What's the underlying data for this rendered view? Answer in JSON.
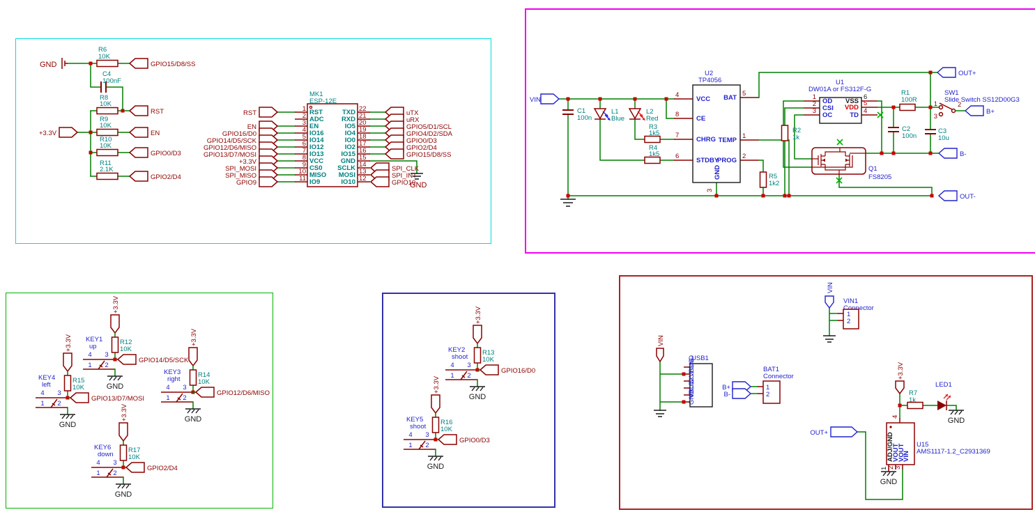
{
  "frames": {
    "esp": "#00dcdc",
    "charger": "#f000f0",
    "keys": "#00b400",
    "shoot": "#3232aa",
    "power": "#aa2222"
  },
  "colors": {
    "wire": "#007d00",
    "component": "#8c0000",
    "designator_teal": "#008080",
    "label_blue": "#2222cc",
    "net_red": "#8c0000"
  },
  "esp": {
    "gnd": "GND",
    "rail": "+3.3V",
    "r6": [
      "R6",
      "10K"
    ],
    "c4": [
      "C4",
      "100nF"
    ],
    "r8": [
      "R8",
      "10K"
    ],
    "r9": [
      "R9",
      "10K"
    ],
    "r10": [
      "R10",
      "10K"
    ],
    "r11": [
      "R11",
      "2.1K"
    ],
    "ports": [
      "GPIO15/D8/SS",
      "RST",
      "EN",
      "GPIO0/D3",
      "GPIO2/D4"
    ],
    "chip": {
      "ref": "MK1",
      "part": "ESP-12E",
      "gnd": "GND",
      "ln": [
        "1",
        "2",
        "3",
        "4",
        "5",
        "6",
        "7",
        "8",
        "9",
        "10",
        "11"
      ],
      "lp": [
        "RST",
        "ADC",
        "EN",
        "IO16",
        "IO14",
        "IO12",
        "IO13",
        "VCC",
        "CS0",
        "MISO",
        "IO9"
      ],
      "lport": [
        "RST",
        "EN",
        "GPIO16/D0",
        "GPIO14/D5/SCK",
        "GPIO12/D6/MISO",
        "GPIO13/D7/MOSI",
        "+3.3V",
        "SPI_MOSI",
        "SPI_MISO",
        "GPIO9"
      ],
      "rn": [
        "22",
        "21",
        "20",
        "19",
        "18",
        "17",
        "16",
        "15",
        "14",
        "13",
        "12"
      ],
      "rp": [
        "TXD",
        "RXD",
        "IO5",
        "IO4",
        "IO0",
        "IO2",
        "IO15",
        "GND",
        "SCLK",
        "MOSI",
        "IO10"
      ],
      "rport": [
        "uTX",
        "uRX",
        "GPIO5/D1/SCL",
        "GPIO4/D2/SDA",
        "GPIO0/D3",
        "GPIO2/D4",
        "GPIO15/D8/SS",
        "SPI_CLK",
        "SPI_INT",
        "GPIO10"
      ]
    }
  },
  "charger": {
    "ports": {
      "vin": "VIN",
      "outp": "OUT+",
      "outm": "OUT-",
      "bp": "B+",
      "bm": "B-"
    },
    "c1": [
      "C1",
      "100n"
    ],
    "l1": [
      "L1",
      "Blue"
    ],
    "l2": [
      "L2",
      "Red"
    ],
    "r3": [
      "R3",
      "1k5"
    ],
    "r4": [
      "R4",
      "1k5"
    ],
    "r5": [
      "R5",
      "1k2"
    ],
    "r2": [
      "R2",
      "1k"
    ],
    "r1": [
      "R1",
      "100R"
    ],
    "c2": [
      "C2",
      "100n"
    ],
    "c3": [
      "C3",
      "10u"
    ],
    "u2": {
      "ref": "U2",
      "part": "TP4056",
      "l": [
        "VCC",
        "CE",
        "CHRG",
        "STDBY"
      ],
      "ln": [
        "4",
        "8",
        "7",
        "6"
      ],
      "r": [
        "BAT",
        "TEMP",
        "PROG"
      ],
      "rn": [
        "5",
        "1",
        "2"
      ],
      "gnd": "GND",
      "gndn": "3"
    },
    "u1": {
      "ref": "U1",
      "part": "DW01A or FS312F-G",
      "l": [
        "OD",
        "CSI",
        "OC"
      ],
      "ln": [
        "1",
        "2",
        "3"
      ],
      "r": [
        "VSS",
        "VDD",
        "TD"
      ],
      "rn": [
        "6",
        "5",
        "4"
      ]
    },
    "q1": [
      "Q1",
      "FS8205"
    ],
    "sw1": {
      "ref": "SW1",
      "part": "Slide Switch SS12D00G3",
      "n": [
        "1",
        "2",
        "3"
      ]
    }
  },
  "keys": {
    "rail": "+3.3V",
    "gnd": "GND",
    "pins": [
      "4",
      "3",
      "1",
      "2"
    ],
    "units": [
      {
        "ref": "KEY1",
        "role": "up",
        "r": "R12",
        "v": "10K",
        "port": "GPIO14/D5/SCK"
      },
      {
        "ref": "KEY4",
        "role": "left",
        "r": "R15",
        "v": "10K",
        "port": "GPIO13/D7/MOSI"
      },
      {
        "ref": "KEY3",
        "role": "right",
        "r": "R14",
        "v": "10K",
        "port": "GPIO12/D6/MISO"
      },
      {
        "ref": "KEY6",
        "role": "down",
        "r": "R17",
        "v": "10K",
        "port": "GPIO2/D4"
      }
    ]
  },
  "shoot": {
    "rail": "+3.3V",
    "gnd": "GND",
    "pins": [
      "4",
      "3",
      "1",
      "2"
    ],
    "units": [
      {
        "ref": "KEY2",
        "role": "shoot",
        "r": "R13",
        "v": "10K",
        "port": "GPIO16/D0"
      },
      {
        "ref": "KEY5",
        "role": "shoot",
        "r": "R16",
        "v": "10K",
        "port": "GPIO0/D3"
      }
    ]
  },
  "power": {
    "vin1": {
      "flag": "VIN",
      "ref": "VIN1",
      "part": "Connector",
      "n": [
        "1",
        "2"
      ]
    },
    "usb": {
      "flag": "VIN",
      "ref": "USB1",
      "pins": [
        "GND",
        "VBUS",
        "CC1",
        "CC2",
        "VBUS",
        "GND"
      ]
    },
    "bat1": {
      "ref": "BAT1",
      "part": "Connector",
      "n": [
        "1",
        "2"
      ],
      "bp": "B+",
      "bm": "B-"
    },
    "led1": "LED1",
    "r7": [
      "R7",
      "1k"
    ],
    "rail": "+3.3V",
    "u15": {
      "ref": "U15",
      "part": "AMS1117-1.2_C2931369",
      "pins": [
        "ADJ/GND",
        "VOUT",
        "VOUT",
        "VIN"
      ],
      "n": [
        "1",
        "2",
        "3",
        "4"
      ]
    },
    "outp": "OUT+",
    "gnd": "GND"
  }
}
